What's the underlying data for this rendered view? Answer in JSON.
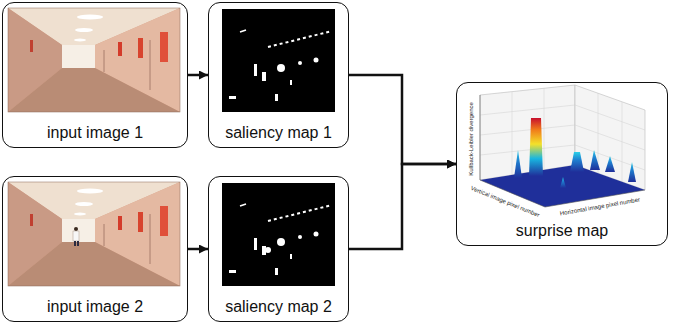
{
  "diagram": {
    "nodes": [
      {
        "text": [
          "input image 1"
        ]
      },
      {
        "text": [
          "saliency map 1"
        ]
      },
      {
        "text": [
          "input image 2"
        ]
      },
      {
        "text": [
          "saliency map 2"
        ]
      },
      {
        "text": [
          "surprise map"
        ]
      }
    ],
    "edges": [
      {
        "from": 0,
        "to": 1,
        "arrow": "to"
      },
      {
        "from": 2,
        "to": 3,
        "arrow": "to"
      },
      {
        "from": 1,
        "to": 4,
        "arrow": "to"
      },
      {
        "from": 3,
        "to": 4,
        "arrow": "to"
      }
    ],
    "labels": [
      "Kullback-Leibler divergence",
      "Vertical image pixel number",
      "Horizontal image pixel number"
    ]
  }
}
